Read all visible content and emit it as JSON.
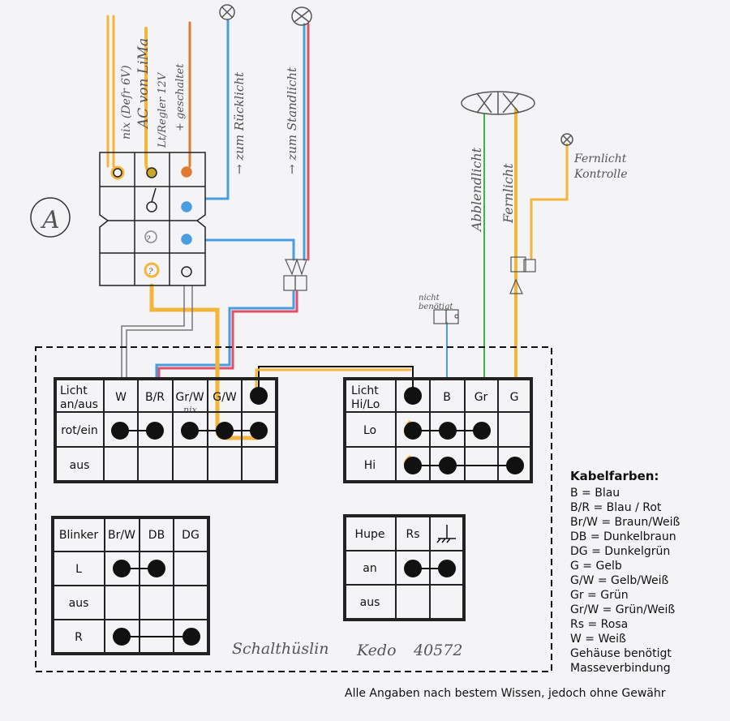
{
  "connector": {
    "label": "A",
    "question_marks": [
      "?",
      "?"
    ]
  },
  "wire_labels": {
    "nix_dephr": "nix (Defr 6V)",
    "ac_lima": "AC von LiMa",
    "regler": "Lt/Regler 12V",
    "geschaltet": "+ geschaltet",
    "rucklicht": "→ zum Rücklicht",
    "standlicht": "→ zum Standlicht",
    "abblendlicht": "Abblendlicht",
    "fernlicht": "Fernlicht",
    "fernlicht_kontrolle_1": "Fernlicht",
    "fernlicht_kontrolle_2": "Kontrolle",
    "nicht_1": "nicht",
    "nicht_2": "benötigt",
    "nix": "nix"
  },
  "tables": {
    "licht": {
      "title_1": "Licht",
      "title_2": "an/aus",
      "cols": [
        "W",
        "B/R",
        "Gr/W",
        "G/W"
      ],
      "rows": [
        "rot/ein",
        "aus"
      ]
    },
    "hilo": {
      "title_1": "Licht",
      "title_2": "Hi/Lo",
      "cols": [
        "B",
        "Gr",
        "G"
      ],
      "rows": [
        "Lo",
        "Hi"
      ]
    },
    "blinker": {
      "title": "Blinker",
      "cols": [
        "Br/W",
        "DB",
        "DG"
      ],
      "rows": [
        "L",
        "aus",
        "R"
      ]
    },
    "hupe": {
      "title": "Hupe",
      "cols": [
        "Rs"
      ],
      "ground_symbol": "ground-icon",
      "rows": [
        "an",
        "aus"
      ]
    }
  },
  "caption": {
    "text_1": "Schalthüslin",
    "text_2": "Kedo",
    "text_3": "40572"
  },
  "legend": {
    "title": "Kabelfarben:",
    "items": [
      "B = Blau",
      "B/R = Blau / Rot",
      "Br/W = Braun/Weiß",
      "DB = Dunkelbraun",
      "DG = Dunkelgrün",
      "G = Gelb",
      "G/W = Gelb/Weiß",
      "Gr = Grün",
      "Gr/W = Grün/Weiß",
      "Rs = Rosa",
      "W = Weiß",
      "Gehäuse benötigt",
      "Masseverbindung"
    ]
  },
  "footer": "Alle Angaben nach bestem Wissen, jedoch ohne Gewähr",
  "colors": {
    "yellow": "#f3b53a",
    "blue": "#4a9ee0",
    "red": "#e0506a",
    "green": "#3cb44b",
    "orange": "#e07a30",
    "grey": "#666666"
  }
}
